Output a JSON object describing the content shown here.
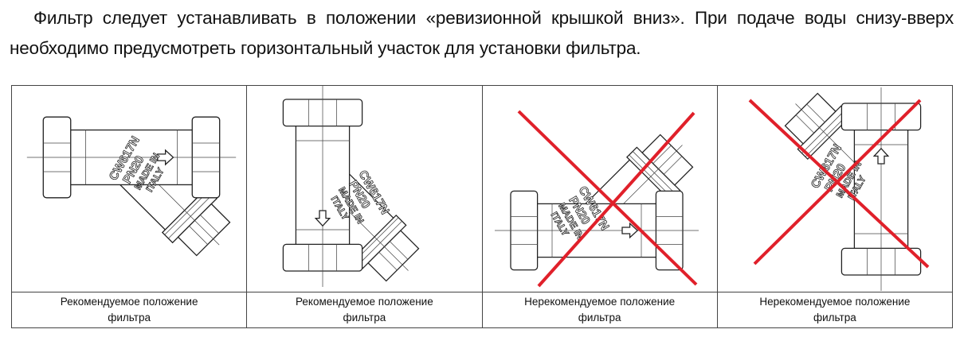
{
  "intro": {
    "text": "Фильтр следует устанавливать в положении «ревизионной крышкой вниз». При подаче воды снизу-вверх необходимо предусмотреть горизонтальный участок для установки фильтра."
  },
  "cells": [
    {
      "caption_line1": "Рекомендуемое положение",
      "caption_line2": "фильтра",
      "status": "recommended"
    },
    {
      "caption_line1": "Рекомендуемое положение",
      "caption_line2": "фильтра",
      "status": "recommended"
    },
    {
      "caption_line1": "Нерекомендуемое положение",
      "caption_line2": "фильтра",
      "status": "not-recommended"
    },
    {
      "caption_line1": "Нерекомендуемое положение",
      "caption_line2": "фильтра",
      "status": "not-recommended"
    }
  ],
  "body_marking": {
    "line1": "CW617N",
    "line2": "PN20",
    "line3": "MADE IN",
    "line4": "ITALY"
  },
  "colors": {
    "cross": "#e0202a",
    "line": "#222222"
  }
}
